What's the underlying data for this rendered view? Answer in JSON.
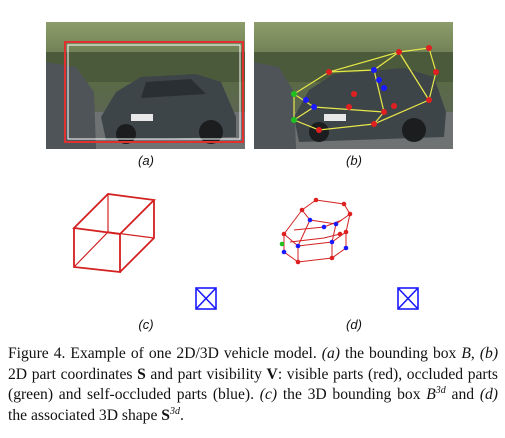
{
  "panels": {
    "a_label": "(a)",
    "b_label": "(b)",
    "c_label": "(c)",
    "d_label": "(d)"
  },
  "caption": {
    "lead": "Figure 4. Example of one 2D/3D vehicle model. ",
    "a_tag": "(a)",
    "t1": " the bounding box ",
    "B": "B",
    "t2": ", ",
    "b_tag": "(b)",
    "t3": " 2D part coordinates ",
    "S": "S",
    "t4": " and part visibility ",
    "V": "V",
    "t5": ": visible parts (red), occluded parts (green) and self-occluded parts (blue). ",
    "c_tag": "(c)",
    "t6": " the 3D bounding box ",
    "B2": "B",
    "sup1": "3d",
    "t7": " and ",
    "d_tag": "(d)",
    "t8": " the associated 3D shape ",
    "S2": "S",
    "sup2": "3d",
    "t9": "."
  },
  "colors": {
    "visible": "#e02020",
    "occluded": "#20c020",
    "self_occluded": "#1a1aff",
    "bbox": "#e03030",
    "wire_yellow": "#e8e84a"
  }
}
